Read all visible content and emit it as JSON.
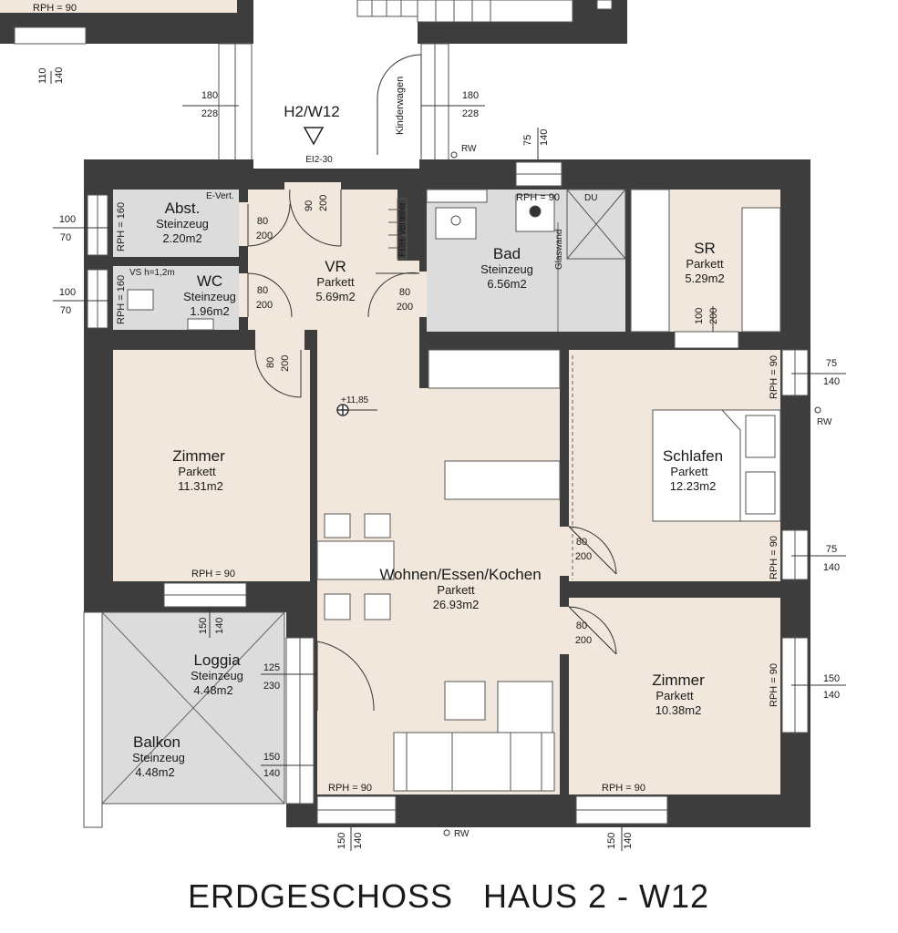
{
  "title": "ERDGESCHOSS   HAUS 2 - W12",
  "entrance": {
    "label": "H2/W12",
    "door_class": "EI2-30",
    "stroller": "Kinderwagen"
  },
  "rooms": [
    {
      "id": "abst",
      "name": "Abst.",
      "floor": "Steinzeug",
      "area": "2.20m2"
    },
    {
      "id": "wc",
      "name": "WC",
      "floor": "Steinzeug",
      "area": "1.96m2"
    },
    {
      "id": "vr",
      "name": "VR",
      "floor": "Parkett",
      "area": "5.69m2"
    },
    {
      "id": "bad",
      "name": "Bad",
      "floor": "Steinzeug",
      "area": "6.56m2"
    },
    {
      "id": "sr",
      "name": "SR",
      "floor": "Parkett",
      "area": "5.29m2"
    },
    {
      "id": "zimmer1",
      "name": "Zimmer",
      "floor": "Parkett",
      "area": "11.31m2"
    },
    {
      "id": "wohnen",
      "name": "Wohnen/Essen/Kochen",
      "floor": "Parkett",
      "area": "26.93m2"
    },
    {
      "id": "schlafen",
      "name": "Schlafen",
      "floor": "Parkett",
      "area": "12.23m2"
    },
    {
      "id": "zimmer2",
      "name": "Zimmer",
      "floor": "Parkett",
      "area": "10.38m2"
    },
    {
      "id": "loggia",
      "name": "Loggia",
      "floor": "Steinzeug",
      "area": "4.48m2"
    },
    {
      "id": "balkon",
      "name": "Balkon",
      "floor": "Steinzeug",
      "area": "4.48m2"
    }
  ],
  "labels": {
    "evert": "E-Vert.",
    "vs": "VS h=1,2m",
    "fbh": "FBH-Verteiler",
    "du": "DU",
    "glaswand": "Glaswand",
    "level": "+11,85",
    "rw": "RW",
    "rph90": "RPH = 90",
    "rph160": "RPH = 160"
  },
  "dims": {
    "d70": "70",
    "d75": "75",
    "d80": "80",
    "d90": "90",
    "d100": "100",
    "d110": "110",
    "d125": "125",
    "d140": "140",
    "d150": "150",
    "d180": "180",
    "d200": "200",
    "d228": "228",
    "d230": "230"
  }
}
